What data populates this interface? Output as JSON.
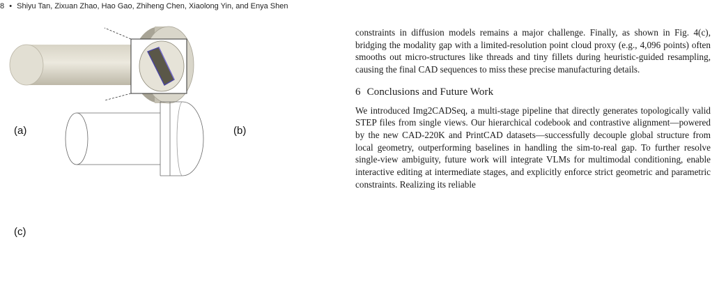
{
  "header": {
    "page_number": "8",
    "separator": "•",
    "authors": "Shiyu Tan, Zixuan Zhao, Hao Gao, Zhiheng Chen, Xiaolong Yin, and Enya Shen"
  },
  "figure": {
    "label_a": "(a)",
    "label_b": "(b)",
    "label_c": "(c)"
  },
  "body": {
    "paragraph1": "constraints in diffusion models remains a major challenge. Finally, as shown in Fig. 4(c), bridging the modality gap with a limited-resolution point cloud proxy (e.g., 4,096 points) often smooths out micro-structures like threads and tiny fillets during heuristic-guided resampling, causing the final CAD sequences to miss these precise manufacturing details.",
    "section_number": "6",
    "section_title": "Conclusions and Future Work",
    "paragraph2": "We introduced Img2CADSeq, a multi-stage pipeline that directly generates topologically valid STEP files from single views. Our hierarchical codebook and contrastive alignment—powered by the new CAD-220K and PrintCAD datasets—successfully decouple global structure from local geometry, outperforming baselines in handling the sim-to-real gap. To further resolve single-view ambiguity, future work will integrate VLMs for multimodal conditioning, enable interactive editing at intermediate stages, and explicitly enforce strict geometric and parametric constraints. Realizing its reliable"
  }
}
